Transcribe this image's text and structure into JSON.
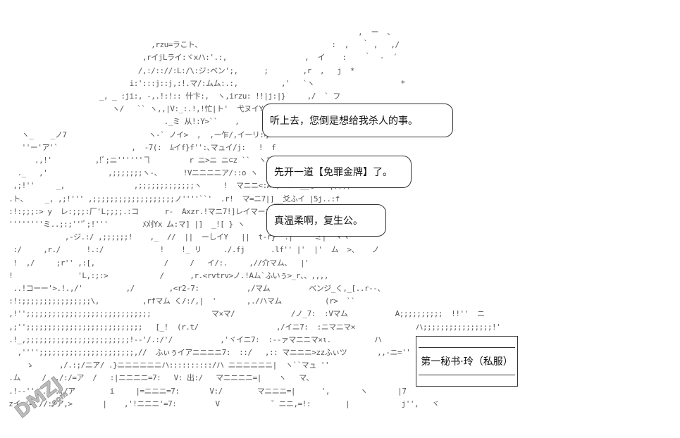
{
  "dialogue": [
    "听上去，您倒是想给我杀人的事。",
    "先开一道【免罪金牌】了。",
    "真温柔啊，复生公。"
  ],
  "nameplate": "第一秘书·玲（私服）",
  "watermark": {
    "logo_text": "DMZJ",
    "sub_text": ".com"
  },
  "art_lines": [
    "                                                                                   ,  ー  、",
    "                                   ,rzu=ラこト、                              :  ,   ｀ ,   ,/",
    "                                 ,rイjLライ:ヾxハ:'.:,                  ,  イ    :    ｀  -  ´",
    "                                /,:/:://:L:/\\:ジ:ベン';,      ;        ,r  ,   j  *",
    "                              i:':::j::j,:!.マ/:ムム:.:,          ,'   `ヽ                    *",
    "                       _, _ :ji:, -,.!:!:: 什卞:,  ヽ,irzu: !!|j:|}     ,/  ` フ",
    "                          ヽ/   `` ヽ,,|V:_:.!,!忙|ト'  弋ヌイY:|J../  |",
    "                                      ._ミ 从!:Y>``    ,        ムハX  ::乂",
    "     ヽ_    _ノ7                   ヽ-` ノイ>  ,  ,ー乍/,イーリ:小ヽ",
    "     ''ー'ア'`                 ,  -7(:  ﾑイf}f'':､マュイ/j:   !  f",
    "        .,!'          ,!ﾞ;ニ''''''ヿ         r ニ>ニ ニ⊂z ``  ヽマ ニニ ム",
    "    ._   ,'              ,;;;;;;;ヽ-、     !Vニニニニア/::o ヽ     マニア,17:乂",
    "   ,;!''     _,                ,;;;;;;;;;;;;;ヽ     !  マニニ<:A:,r:ル'__ふ:::|;;;;:!",
    "  .ト、    _, ,;!''' ,;;;;;;;;;;;;;;;;;;;ノ''''``'  .r!  マ=ニ7|]__爻ふイ |5j..:f",
    "  :!:;;;:> y  レ:;;;:厂'L;;;;.:コ      r-  Axzr.!マニ7!]レイマーニ!爻 |",
    "  ''''''''ミ..;:;'''ﾞ;!'''        ﾒ刈Yx ム:マ] |]  _![ } ヽ     :|  杙乂",
    "               ,-ジ.:/ ,;;;;;;!    ,_  //  ||  ーしイY   ||  t-r}  .|     ミ|  ヾヽ",
    "   :/     ,r./      !.:/             !    !_ リ     ./.fj      .lf'' |'  |'  ム  >、   ノ",
    "   !  ,/     ;r'' ,:[,                /     /   イ/:.     ,//介マム、  |'",
    "  !               'L,:;:>            /      ,r.<rvtrv>ノ.!Aム`ふいぅ>_r、、,,,,",
    "   ..!コーー'>.!.,/'          ,/        ,<r2-7:           ,/マム         ベンジ_く,_[..r--、",
    "  :!:;;;;;;;;;;;;;;;;\\,          ,rfマム く/:/,|  '       ,./ハマム          (r>  ``",
    "  ,!'';;;;;;;;;;;;;;;;;;;;;;;;;;;;;              マ×マ/             /ノ_7:  :Vマム           A;;;;;;;;;;  !!''  ニ",
    "  ,;'';;;;;;;;;;;;;;;;;;;;;;;;;;;   [_!  (r.t/                  ,/イニ7:  :ニマニマ×              ハ;;;;;;;;;;;;;;;;!'",
    "  .!_,;;;;;;;;;;;;;;;;;;;;;;;;!--'/.:/'/           ,'ヾイニ7:  :--ァマニニマ×ι.          ハ",
    "    ,'''';;;;;;;;;;;;;;;;;;;;;;,//  ふぃぅイアニニニニ7:  ::/   ,:: マニニニ>zzふぃツ       ,,-ニ=''",
    "      ゝ      ,/.:;/ニア/ .}ニニニニニニハ::::::::::/ハ ニニニニニニ|  ヽ``マュ ''",
    "  .ム     /  ,/:/=ア  /   :|ニニニニ=7:   V: 出:/   マニニニニ=|    ヽ   マ、",
    "  .!--''ゞ./ .:/ア        i     |=ニニニ=7:       V:/        マニニニ=|      ',       ヽ       |7",
    "  zイ='=:ﾞ//:/ア,>       |    ,'!ニニニ'=7:         V            ゛ニニ,=!:        |            j'',   ヾ"
  ]
}
